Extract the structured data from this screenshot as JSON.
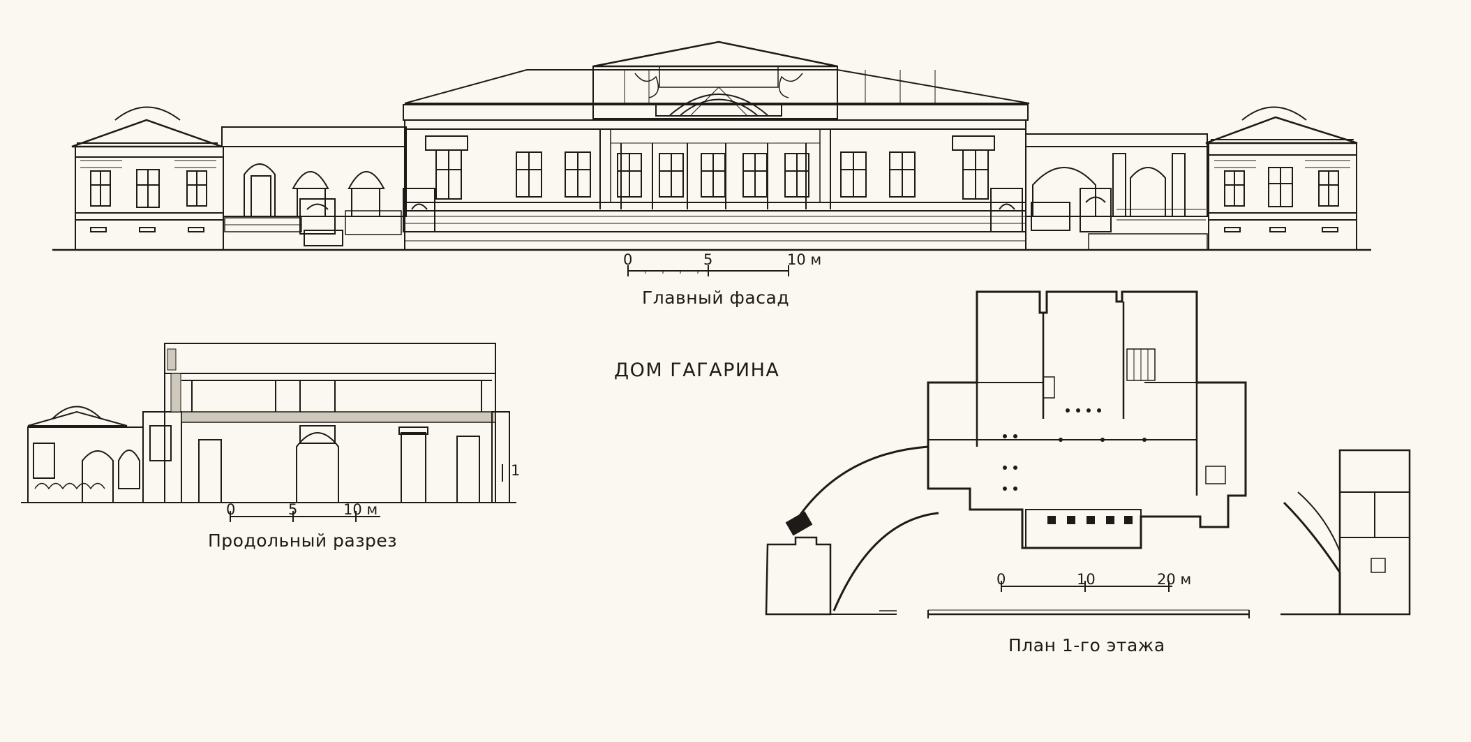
{
  "title": "ДОМ ГАГАРИНА",
  "captions": {
    "facade": "Главный фасад",
    "section": "Продольный разрез",
    "plan": "План 1-го этажа"
  },
  "scales": {
    "facade": {
      "t0": "0",
      "t1": "5",
      "t2": "10 м"
    },
    "section": {
      "t0": "0",
      "t1": "5",
      "t2": "10 м"
    },
    "plan": {
      "t0": "0",
      "t1": "10",
      "t2": "20 м"
    }
  },
  "section_marker": "1",
  "colors": {
    "ink": "#1d1a17",
    "paper": "#fbf8f1"
  }
}
